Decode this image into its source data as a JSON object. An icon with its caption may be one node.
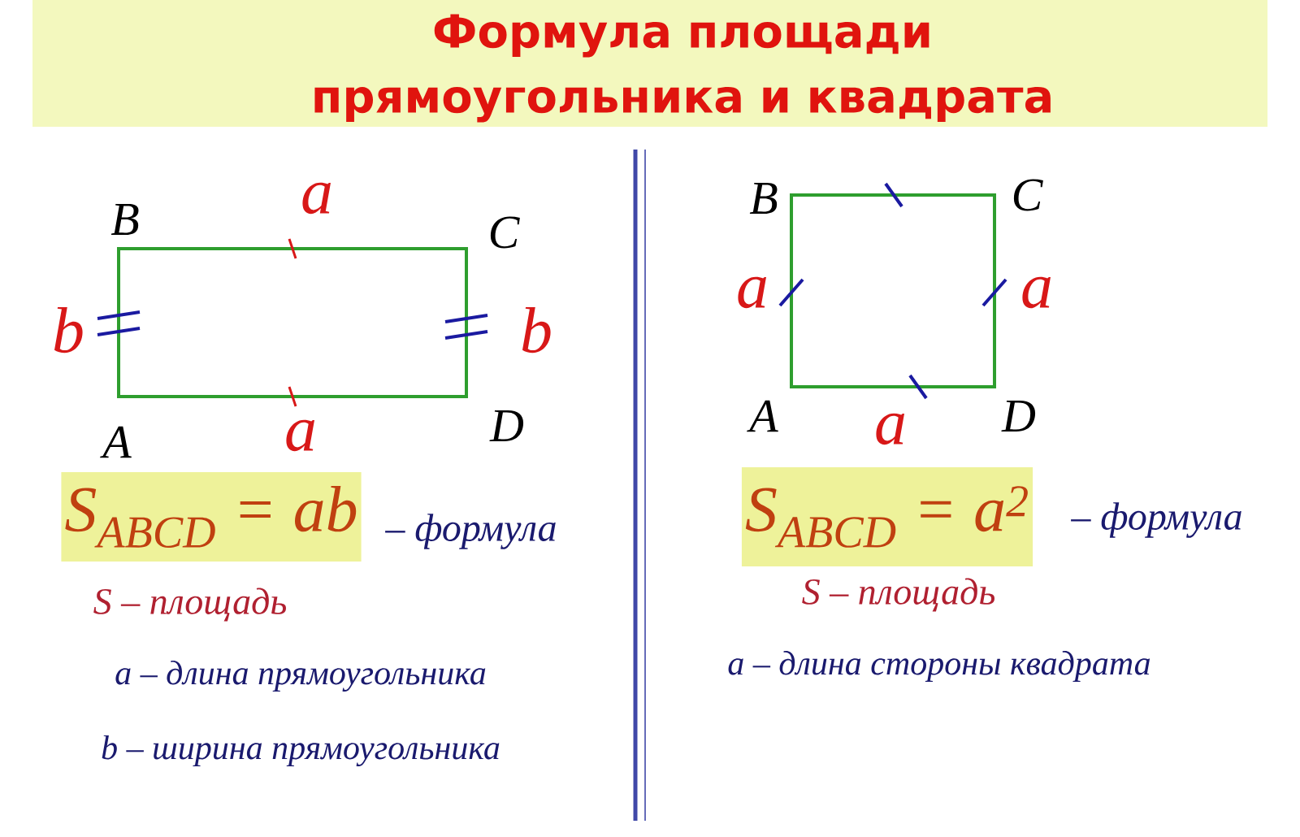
{
  "diagram": {
    "title": "Формула площади прямоугольника и квадрата",
    "nodes": [
      {
        "text": [
          "S$_{ABCD}$ = ab"
        ]
      },
      {
        "text": [
          "S$_{ABCD}$ = a$^{2}$"
        ]
      }
    ],
    "labels": [
      "B",
      "a",
      "C",
      "b",
      "b",
      "A",
      "a",
      "D",
      "– формула",
      "S – площадь",
      "a – длина прямоугольника",
      "b – ширина прямоугольника",
      "B",
      "C",
      "a",
      "a",
      "A",
      "a",
      "D",
      "– формула",
      "S – площадь",
      "a – длина стороны квадрата"
    ]
  }
}
